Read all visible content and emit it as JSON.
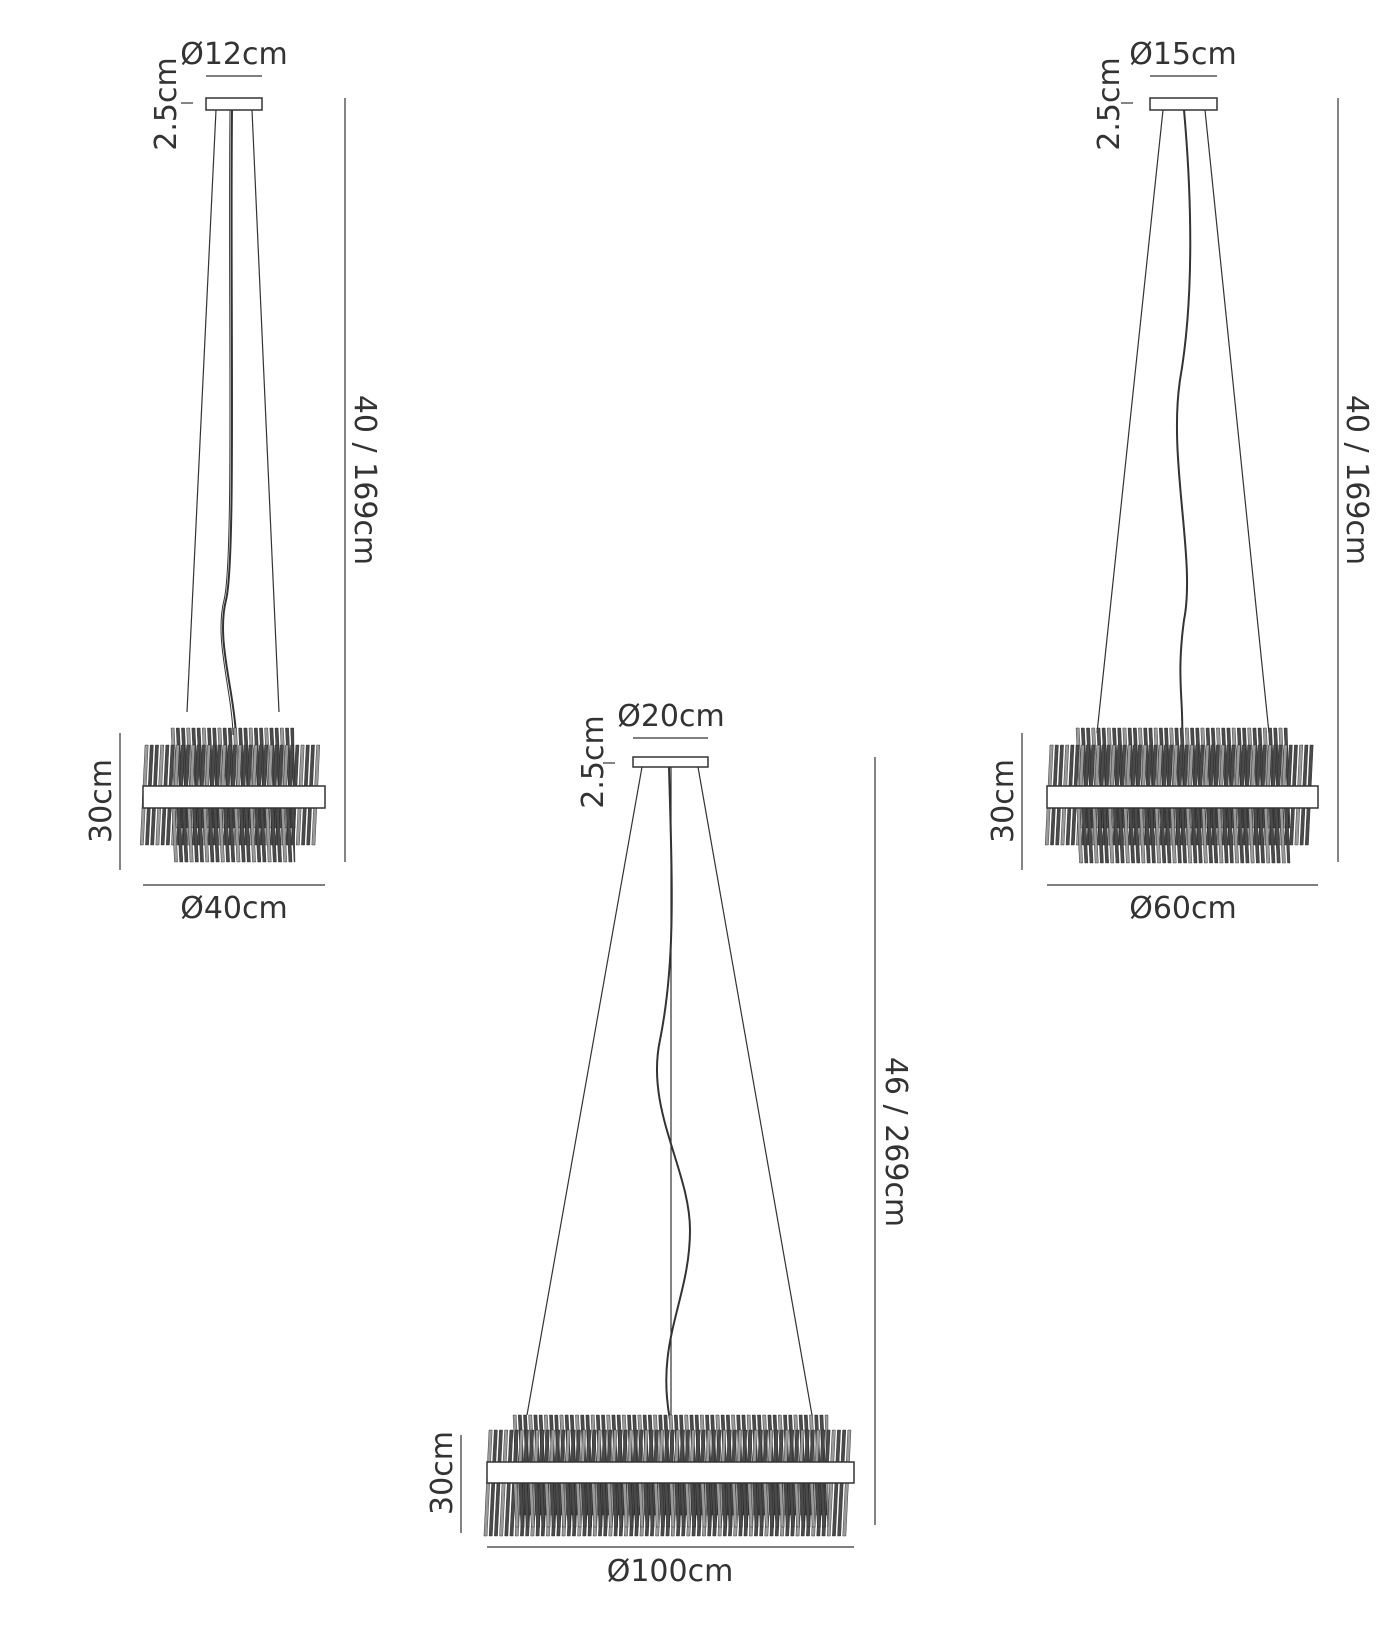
{
  "colors": {
    "line": "#333333",
    "fin_dark": "#4a4a4a",
    "fin_light": "#9a9a9a",
    "band": "#ffffff"
  },
  "fixtures": [
    {
      "id": "small",
      "canopy_diameter": "Ø12cm",
      "canopy_height": "2.5cm",
      "drop_height": "40 / 169cm",
      "shade_height": "30cm",
      "shade_diameter": "Ø40cm"
    },
    {
      "id": "large",
      "canopy_diameter": "Ø20cm",
      "canopy_height": "2.5cm",
      "drop_height": "46 / 269cm",
      "shade_height": "30cm",
      "shade_diameter": "Ø100cm"
    },
    {
      "id": "medium",
      "canopy_diameter": "Ø15cm",
      "canopy_height": "2.5cm",
      "drop_height": "40 / 169cm",
      "shade_height": "30cm",
      "shade_diameter": "Ø60cm"
    }
  ]
}
